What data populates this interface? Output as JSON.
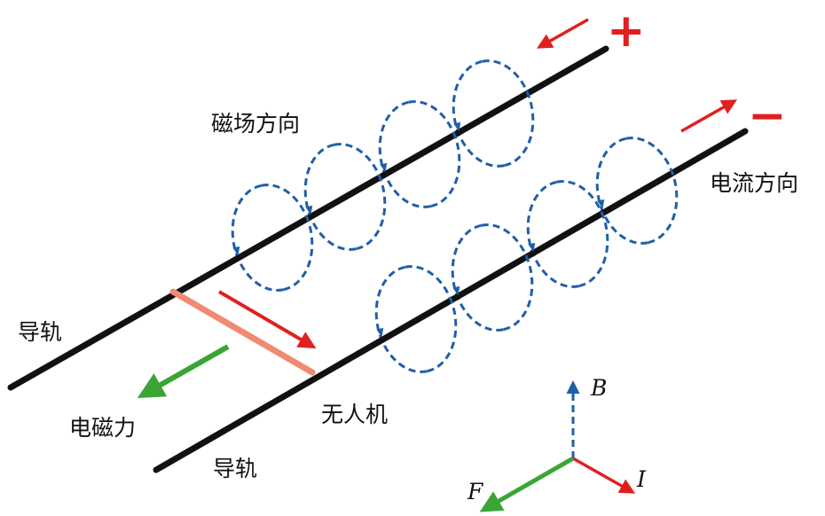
{
  "labels": {
    "magnetic_field_direction": "磁场方向",
    "current_direction": "电流方向",
    "rail_top": "导轨",
    "rail_bottom": "导轨",
    "electromagnetic_force": "电磁力",
    "drone": "无人机"
  },
  "signs": {
    "positive": "+",
    "negative": "−"
  },
  "axes": {
    "b": "B",
    "i": "I",
    "f": "F"
  },
  "colors": {
    "rail": "#111111",
    "field_loop": "#1f5fa8",
    "current_arrow": "#e02020",
    "force_arrow": "#3aa535",
    "drone_bar": "#f08a70"
  }
}
